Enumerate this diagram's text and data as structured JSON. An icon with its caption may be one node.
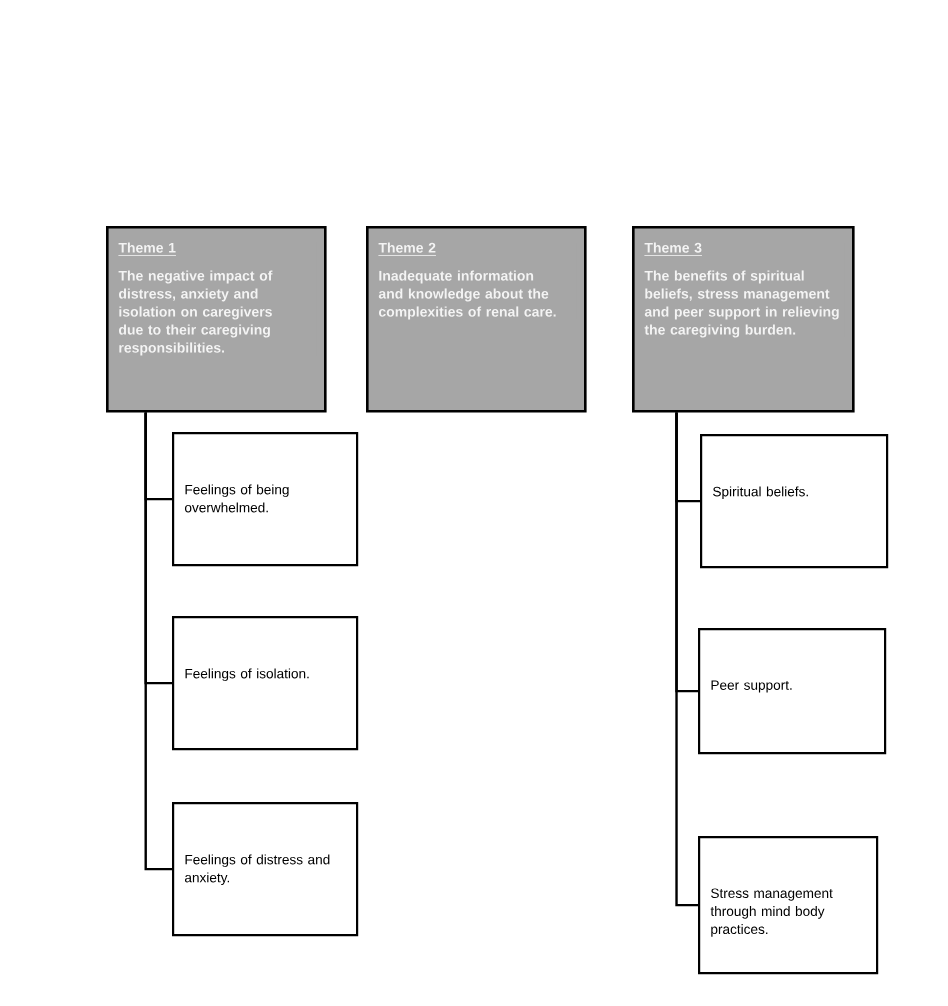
{
  "diagram": {
    "nodes": [
      {
        "text": [
          "Theme 1",
          "The negative impact of distress, anxiety and isolation on caregivers due to their caregiving responsibilities."
        ]
      },
      {
        "text": [
          "Theme 2",
          "Inadequate information and knowledge about the complexities of renal care."
        ]
      },
      {
        "text": [
          "Theme 3",
          "The benefits of spiritual beliefs, stress management and peer support in relieving the caregiving burden."
        ]
      },
      {
        "text": [
          "Feelings of being overwhelmed."
        ]
      },
      {
        "text": [
          "Feelings of isolation."
        ]
      },
      {
        "text": [
          "Feelings of distress and anxiety."
        ]
      },
      {
        "text": [
          "Spiritual beliefs."
        ]
      },
      {
        "text": [
          "Peer support."
        ]
      },
      {
        "text": [
          "Stress management through mind body practices."
        ]
      }
    ],
    "edges": [
      {
        "from": 0,
        "to": 3,
        "arrow": "none"
      },
      {
        "from": 0,
        "to": 4,
        "arrow": "none"
      },
      {
        "from": 0,
        "to": 5,
        "arrow": "none"
      },
      {
        "from": 2,
        "to": 6,
        "arrow": "none"
      },
      {
        "from": 2,
        "to": 7,
        "arrow": "none"
      },
      {
        "from": 2,
        "to": 8,
        "arrow": "none"
      }
    ]
  }
}
